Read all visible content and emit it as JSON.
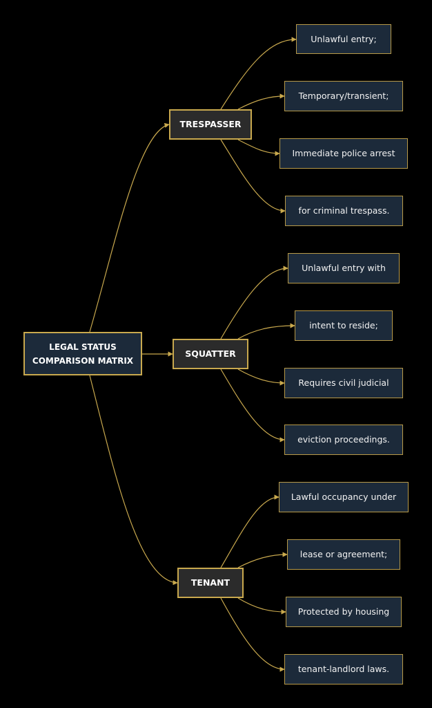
{
  "colors": {
    "background": "#000000",
    "edge": "#c9a94e",
    "leaf_fill": "#1c2a3a",
    "mid_fill": "#2b2b2b"
  },
  "root": {
    "line1": "LEGAL STATUS",
    "line2": "COMPARISON MATRIX"
  },
  "categories": [
    {
      "label": "TRESPASSER",
      "items": [
        "Unlawful entry;",
        "Temporary/transient;",
        "Immediate police arrest",
        "for criminal trespass."
      ]
    },
    {
      "label": "SQUATTER",
      "items": [
        "Unlawful entry with",
        "intent to reside;",
        "Requires civil judicial",
        "eviction proceedings."
      ]
    },
    {
      "label": "TENANT",
      "items": [
        "Lawful occupancy under",
        "lease or agreement;",
        "Protected by housing",
        "tenant-landlord laws."
      ]
    }
  ]
}
